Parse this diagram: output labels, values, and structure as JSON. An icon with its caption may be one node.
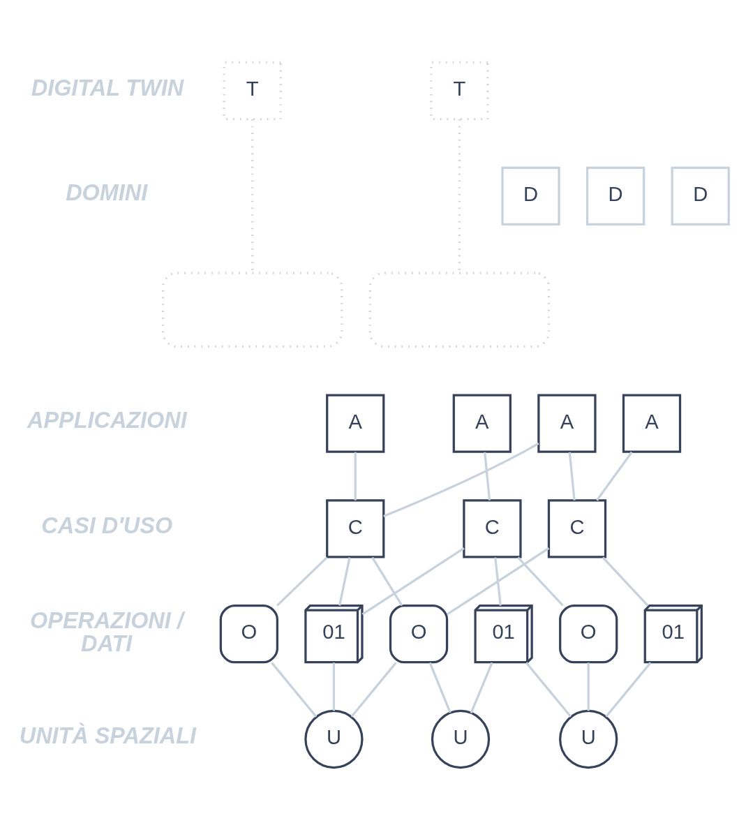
{
  "diagram": {
    "nodes": [
      {
        "text": [
          "T"
        ]
      },
      {
        "text": [
          "T"
        ]
      },
      {
        "text": [
          "D"
        ]
      },
      {
        "text": [
          "D"
        ]
      },
      {
        "text": [
          "D"
        ]
      },
      {
        "text": [],
        "shape": "box"
      },
      {
        "text": [],
        "shape": "box"
      },
      {
        "text": [
          "A"
        ]
      },
      {
        "text": [
          "A"
        ]
      },
      {
        "text": [
          "A"
        ]
      },
      {
        "text": [
          "A"
        ]
      },
      {
        "text": [
          "C"
        ]
      },
      {
        "text": [
          "C"
        ]
      },
      {
        "text": [
          "C"
        ]
      },
      {
        "text": [
          "O"
        ]
      },
      {
        "text": [
          "O"
        ]
      },
      {
        "text": [
          "O"
        ]
      },
      {
        "text": [
          "01"
        ]
      },
      {
        "text": [
          "01"
        ]
      },
      {
        "text": [
          "01"
        ]
      },
      {
        "text": [
          "U"
        ]
      },
      {
        "text": [
          "U"
        ]
      },
      {
        "text": [
          "U"
        ]
      }
    ],
    "edges": [
      {
        "from": 0,
        "to": 5,
        "arrow": "none",
        "style": "dashed"
      },
      {
        "from": 1,
        "to": 6,
        "arrow": "none",
        "style": "dashed"
      },
      {
        "from": 7,
        "to": 11,
        "arrow": "none"
      },
      {
        "from": 8,
        "to": 11,
        "arrow": "none"
      },
      {
        "from": 8,
        "to": 12,
        "arrow": "none"
      },
      {
        "from": 9,
        "to": 12,
        "arrow": "none"
      },
      {
        "from": 10,
        "to": 13,
        "arrow": "none"
      },
      {
        "from": 11,
        "to": 14,
        "arrow": "none"
      },
      {
        "from": 11,
        "to": 15,
        "arrow": "none"
      },
      {
        "from": 11,
        "to": 17,
        "arrow": "none"
      },
      {
        "from": 12,
        "to": 15,
        "arrow": "none"
      },
      {
        "from": 12,
        "to": 18,
        "arrow": "none"
      },
      {
        "from": 13,
        "to": 16,
        "arrow": "none"
      },
      {
        "from": 13,
        "to": 17,
        "arrow": "none"
      },
      {
        "from": 13,
        "to": 19,
        "arrow": "none"
      },
      {
        "from": 14,
        "to": 20,
        "arrow": "none"
      },
      {
        "from": 15,
        "to": 20,
        "arrow": "none"
      },
      {
        "from": 15,
        "to": 21,
        "arrow": "none"
      },
      {
        "from": 16,
        "to": 22,
        "arrow": "none"
      },
      {
        "from": 17,
        "to": 20,
        "arrow": "none"
      },
      {
        "from": 18,
        "to": 22,
        "arrow": "none"
      },
      {
        "from": 19,
        "to": 21,
        "arrow": "none"
      },
      {
        "from": 19,
        "to": 22,
        "arrow": "none"
      }
    ],
    "labels": [
      "DIGITAL TWIN",
      "DOMINI",
      "APPLICAZIONI",
      "CASI D'USO",
      "OPERAZIONI / DATI",
      "UNITÀ SPAZIALI"
    ]
  }
}
